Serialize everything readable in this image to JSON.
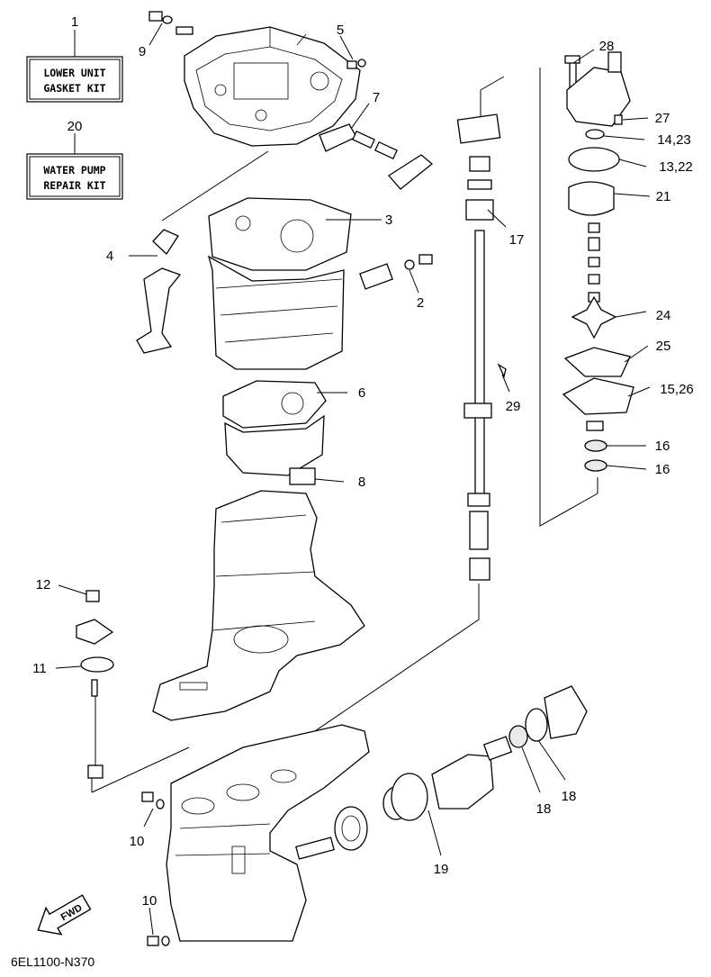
{
  "kit_boxes": {
    "lower_unit": {
      "callout": "1",
      "line1": "LOWER UNIT",
      "line2": "GASKET KIT"
    },
    "water_pump": {
      "callout": "20",
      "line1": "WATER PUMP",
      "line2": "REPAIR KIT"
    }
  },
  "callouts": {
    "c2": "2",
    "c3": "3",
    "c4": "4",
    "c5": "5",
    "c6": "6",
    "c7": "7",
    "c8": "8",
    "c9": "9",
    "c10a": "10",
    "c10b": "10",
    "c11": "11",
    "c12": "12",
    "c13_22": "13,22",
    "c14_23": "14,23",
    "c15_26": "15,26",
    "c16a": "16",
    "c16b": "16",
    "c17": "17",
    "c18a": "18",
    "c18b": "18",
    "c19": "19",
    "c21": "21",
    "c24": "24",
    "c25": "25",
    "c27": "27",
    "c28": "28",
    "c29": "29"
  },
  "fwd_label": "FWD",
  "diagram_code": "6EL1100-N370"
}
